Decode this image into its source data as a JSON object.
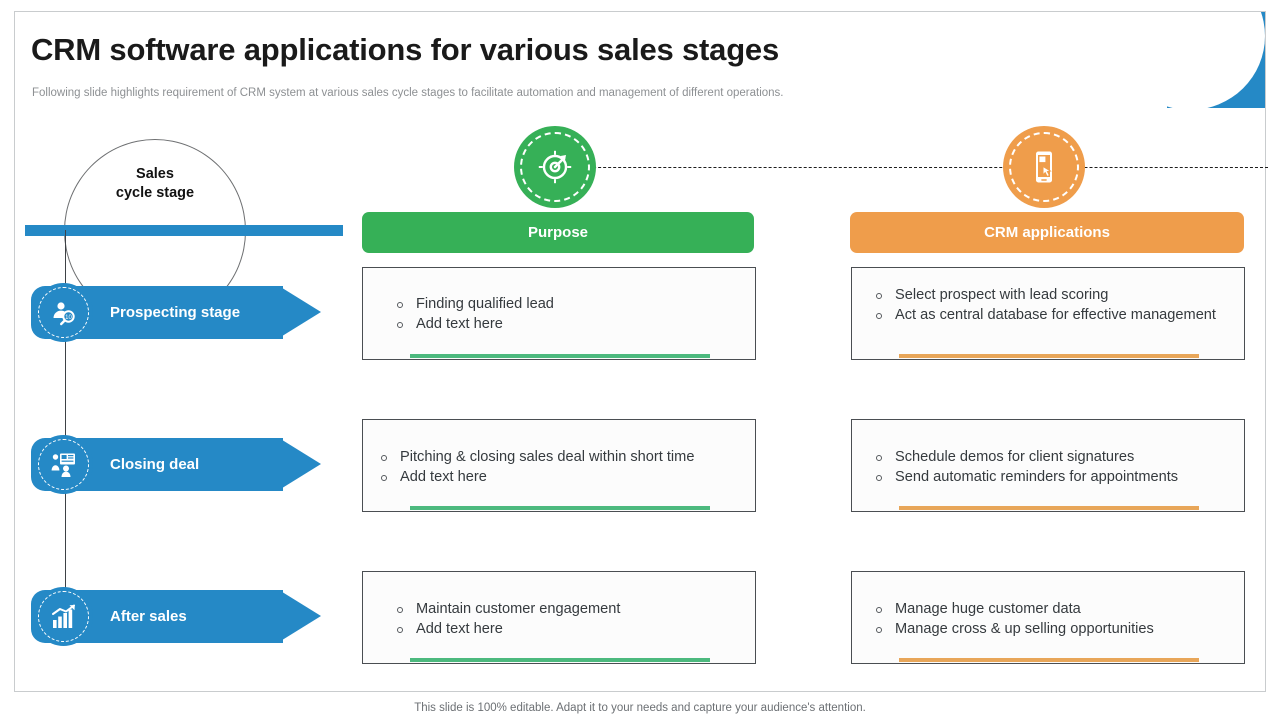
{
  "slide": {
    "title": "CRM software applications for various sales stages",
    "subtitle": "Following slide highlights requirement of CRM system at various sales cycle stages to facilitate automation and management of different operations.",
    "footer": "This slide is 100% editable. Adapt it to your needs and capture your audience's attention."
  },
  "colors": {
    "blue": "#2589c6",
    "green": "#36b057",
    "green_accent": "#4cb97e",
    "orange": "#ef9d4b",
    "orange_accent": "#e8a659",
    "text_dark": "#1a1a1a",
    "text_muted": "#8d9093"
  },
  "timeline": {
    "arc_label_line1": "Sales",
    "arc_label_line2": "cycle stage",
    "stages": [
      {
        "label": "Prospecting stage",
        "icon": "prospecting-person-search-icon"
      },
      {
        "label": "Closing deal",
        "icon": "closing-deal-presentation-icon"
      },
      {
        "label": "After sales",
        "icon": "after-sales-growth-chart-icon"
      }
    ]
  },
  "columns": [
    {
      "header": "Purpose",
      "icon": "target-compass-icon",
      "color": "#36b057"
    },
    {
      "header": "CRM applications",
      "icon": "mobile-app-touch-icon",
      "color": "#ef9d4b"
    }
  ],
  "rows": [
    {
      "purpose": [
        "Finding qualified lead",
        "Add text here"
      ],
      "crm": [
        "Select prospect with lead scoring",
        "Act as central database for effective management"
      ]
    },
    {
      "purpose": [
        "Pitching & closing sales deal within short time",
        "Add text here"
      ],
      "crm": [
        "Schedule demos for client signatures",
        "Send automatic reminders for appointments"
      ]
    },
    {
      "purpose": [
        "Maintain customer engagement",
        "Add text here"
      ],
      "crm": [
        "Manage huge customer data",
        "Manage cross & up selling opportunities"
      ]
    }
  ]
}
